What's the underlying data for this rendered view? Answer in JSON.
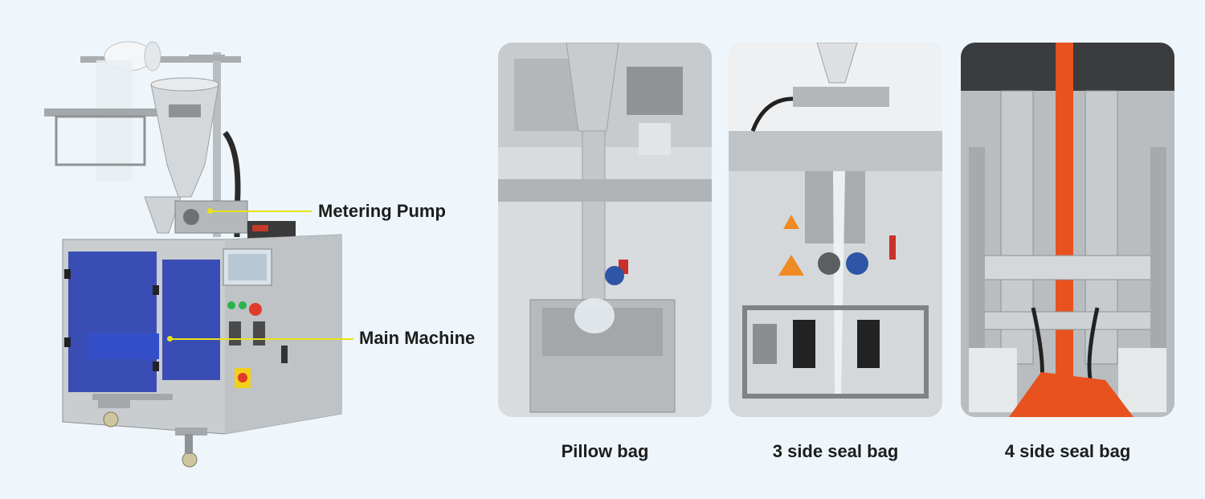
{
  "callouts": {
    "metering_pump": "Metering Pump",
    "main_machine": "Main Machine"
  },
  "cards": [
    {
      "caption": "Pillow bag"
    },
    {
      "caption": "3 side seal bag"
    },
    {
      "caption": "4 side seal bag"
    }
  ],
  "colors": {
    "background": "#eef6fb",
    "callout_line": "#e6e21a",
    "panel_blue": "#2a3fb0",
    "steel": "#c4c8ca",
    "red_accent": "#e03a2a",
    "orange_bag": "#e8521f"
  }
}
